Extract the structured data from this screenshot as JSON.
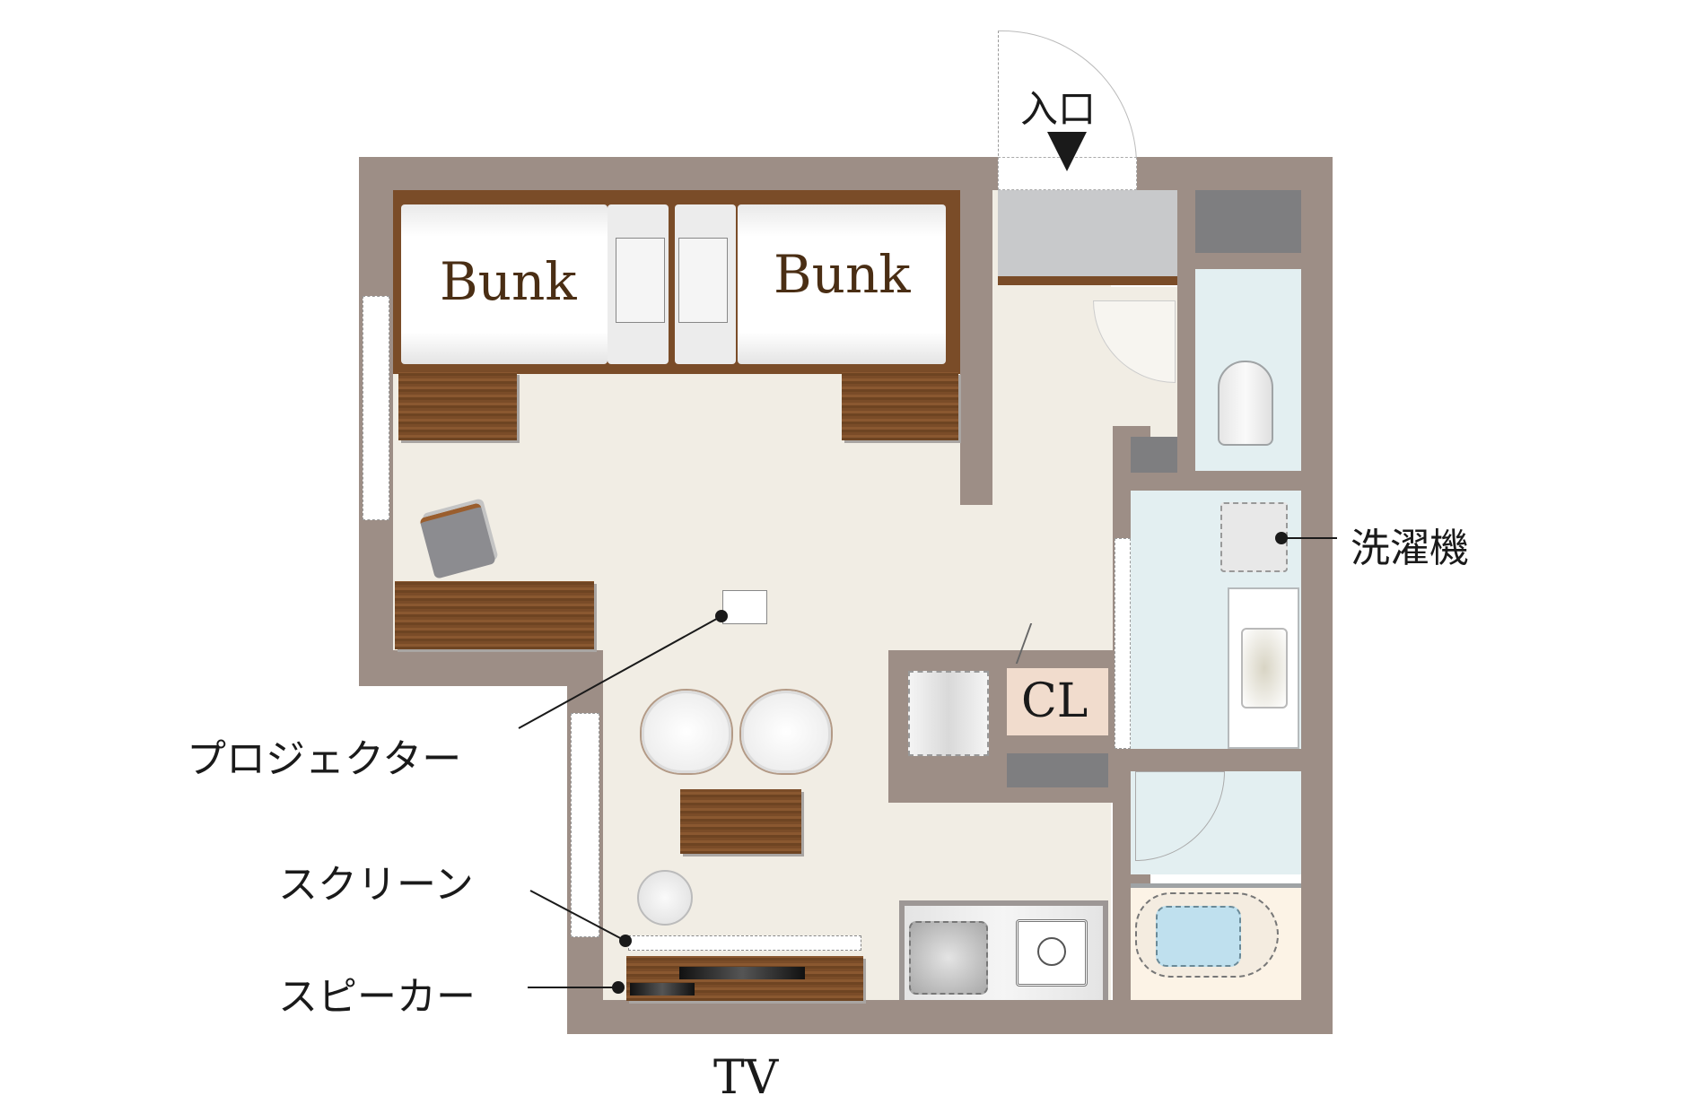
{
  "plan": {
    "entrance_label": "入口",
    "rooms": {
      "bunk_left_label": "Bunk",
      "bunk_right_label": "Bunk",
      "closet_label": "CL"
    },
    "callouts": {
      "projector": "プロジェクター",
      "screen": "スクリーン",
      "speaker": "スピーカー",
      "washing_machine": "洗濯機"
    },
    "tv_label": "TV"
  },
  "colors": {
    "wall": "#9d8e86",
    "floor": "#f1ede4",
    "wood": "#7a4c28",
    "bathroom_floor": "#e3eff1",
    "closet": "#f1dccd",
    "bathtub_water": "#bfe0ee"
  }
}
